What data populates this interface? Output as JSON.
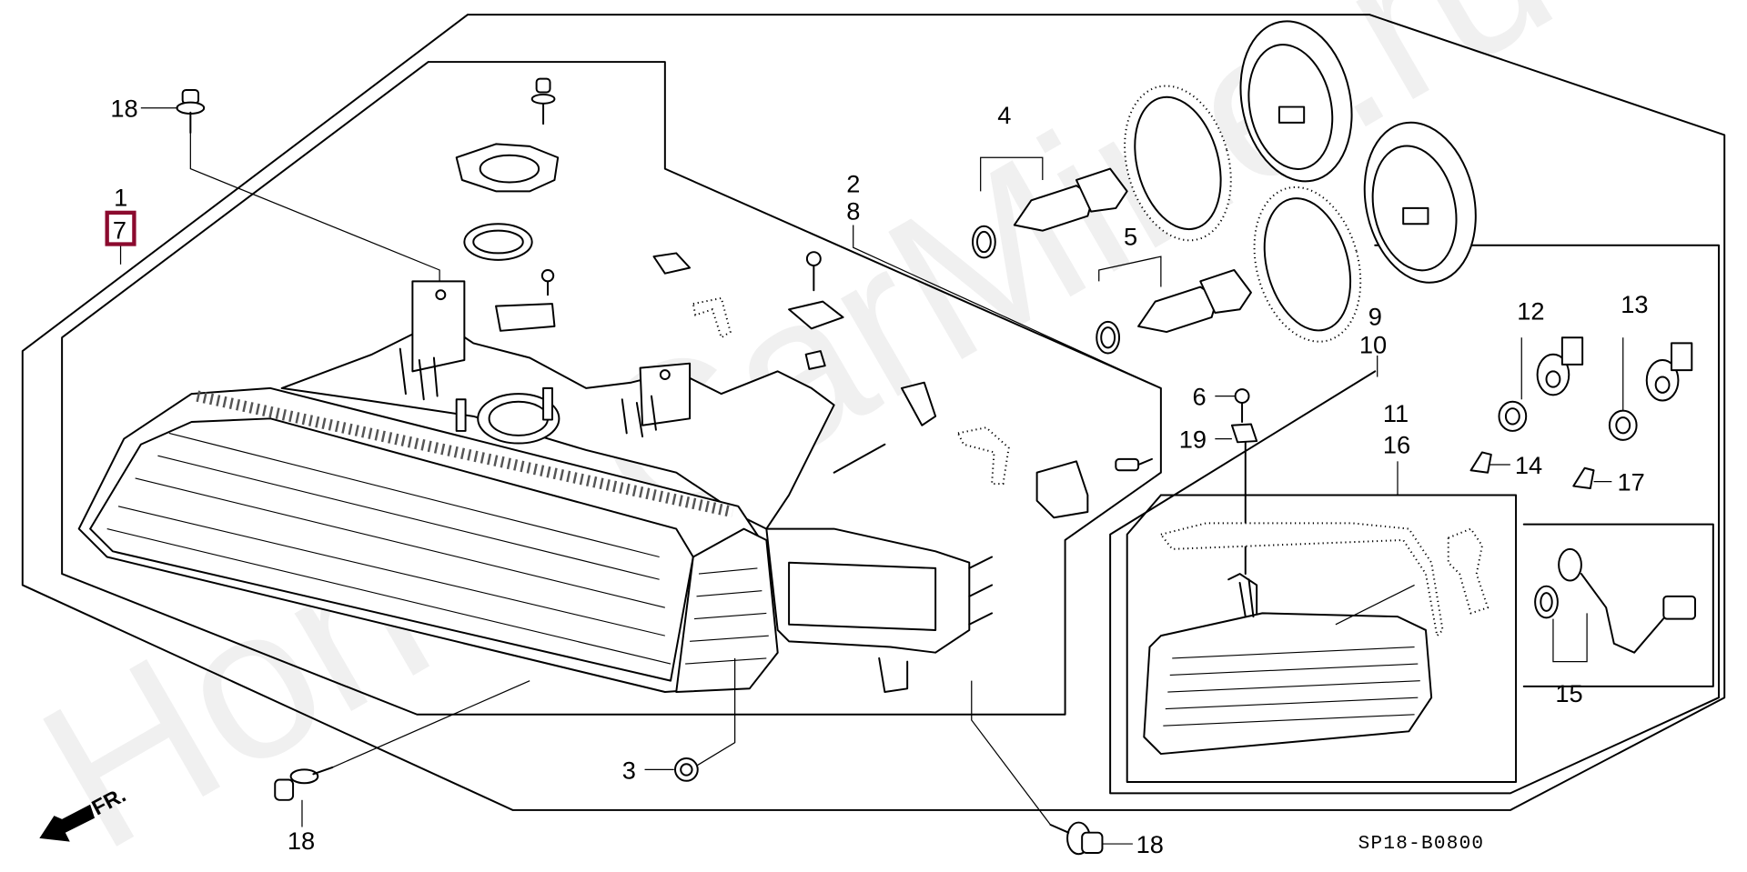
{
  "diagram": {
    "title": "Headlight assembly parts diagram",
    "watermark": "HondaCarMine.ru",
    "code": "SP18-B0800",
    "direction_indicator": "FR.",
    "highlight_color": "#8b0a2e",
    "callouts": {
      "c1": "1",
      "c7": "7",
      "c2": "2",
      "c8": "8",
      "c3": "3",
      "c4": "4",
      "c5": "5",
      "c6": "6",
      "c9": "9",
      "c10": "10",
      "c11": "11",
      "c12": "12",
      "c13": "13",
      "c14": "14",
      "c15": "15",
      "c16": "16",
      "c17": "17",
      "c18_top": "18",
      "c18_bottom_left": "18",
      "c18_bottom_right": "18",
      "c19": "19"
    },
    "highlighted_part": "7"
  }
}
